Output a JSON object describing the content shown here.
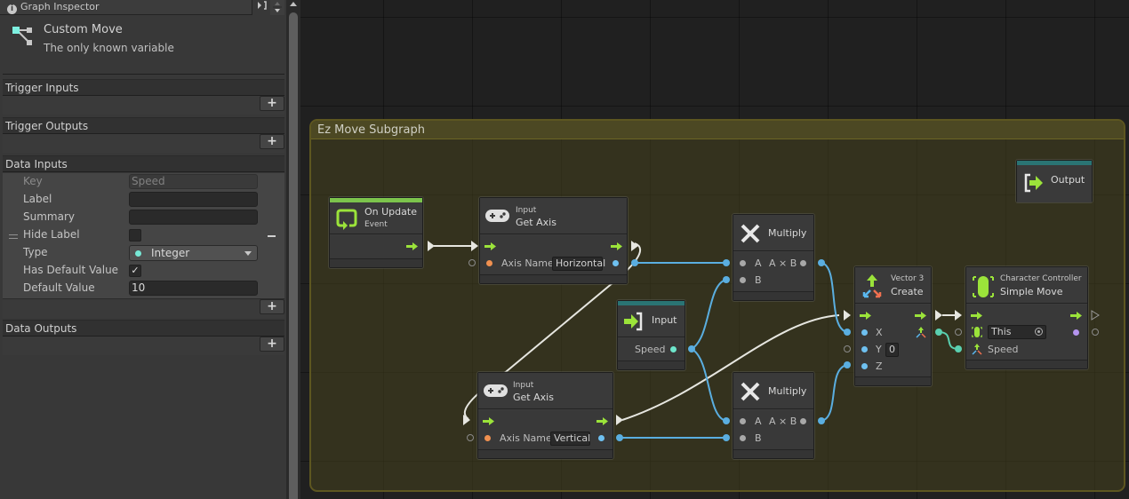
{
  "inspector": {
    "title": "Graph Inspector",
    "lock_icon": "panel-toggle-icon",
    "graph": {
      "title": "Custom Move",
      "summary": "The only known variable"
    },
    "sections": {
      "trigger_inputs": "Trigger Inputs",
      "trigger_outputs": "Trigger Outputs",
      "data_inputs": "Data Inputs",
      "data_outputs": "Data Outputs"
    },
    "add_label": "+",
    "data_input": {
      "key_label": "Key",
      "key_value": "Speed",
      "label_label": "Label",
      "label_value": "",
      "summary_label": "Summary",
      "summary_value": "",
      "hide_label_label": "Hide Label",
      "hide_label_checked": false,
      "type_label": "Type",
      "type_value": "Integer",
      "has_default_label": "Has Default Value",
      "has_default_checked": "✓",
      "default_label": "Default Value",
      "default_value": "10"
    }
  },
  "canvas": {
    "group_title": "Ez Move Subgraph",
    "nodes": {
      "on_update": {
        "title": "On Update",
        "kicker": "Event"
      },
      "get_axis_h": {
        "kicker": "Input",
        "title": "Get Axis",
        "port_label": "Axis Name",
        "value": "Horizontal"
      },
      "get_axis_v": {
        "kicker": "Input",
        "title": "Get Axis",
        "port_label": "Axis Name",
        "value": "Vertical"
      },
      "input": {
        "title": "Input",
        "port_label": "Speed"
      },
      "multiply_1": {
        "title": "Multiply",
        "a": "A",
        "b": "B",
        "out": "A × B"
      },
      "multiply_2": {
        "title": "Multiply",
        "a": "A",
        "b": "B",
        "out": "A × B"
      },
      "vector3": {
        "kicker": "Vector 3",
        "title": "Create",
        "x": "X",
        "y": "Y",
        "z": "Z",
        "y_value": "0"
      },
      "simple_move": {
        "kicker": "Character Controller",
        "title": "Simple Move",
        "target": "This",
        "speed": "Speed"
      },
      "output": {
        "title": "Output"
      }
    }
  },
  "colors": {
    "flow_green": "#9be33a",
    "event_bar": "#7cc44c",
    "io_bar": "#2a7474",
    "float_port": "#6ec0f0",
    "string_port": "#f09050",
    "vector_port": "#6ee6cc",
    "object_port": "#b494ee",
    "group_bg": "#46421e"
  }
}
